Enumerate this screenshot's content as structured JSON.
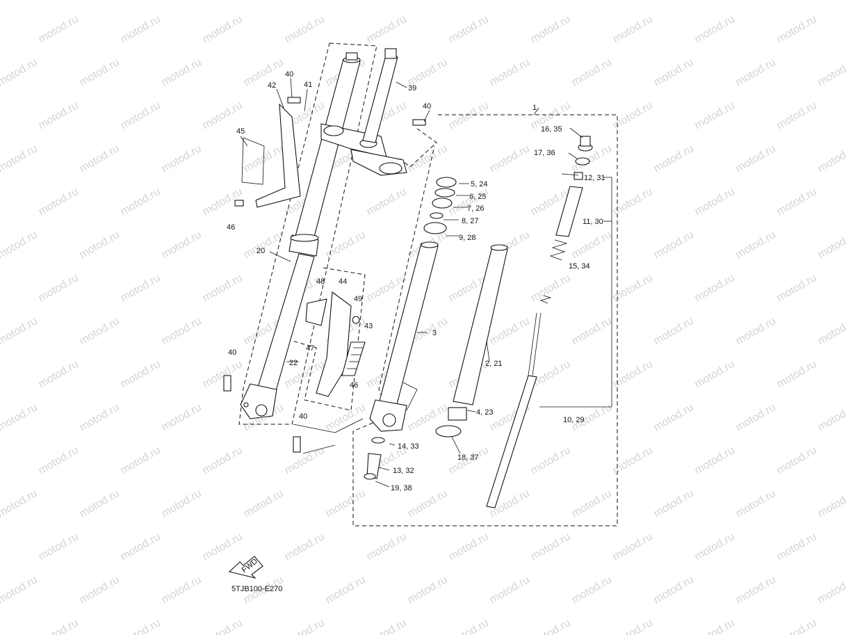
{
  "drawing_code": "5TJB100-E270",
  "watermark": "motod.ru",
  "fwd_badge": "FWD",
  "callouts": {
    "c1": "1",
    "c2_21": "2, 21",
    "c3": "3",
    "c4_23": "4, 23",
    "c5_24": "5, 24",
    "c6_25": "6, 25",
    "c7_26": "7, 26",
    "c8_27": "8, 27",
    "c9_28": "9, 28",
    "c10_29": "10, 29",
    "c11_30": "11, 30",
    "c12_31": "12, 31",
    "c13_32": "13, 32",
    "c14_33": "14, 33",
    "c15_34": "15, 34",
    "c16_35": "16, 35",
    "c17_36": "17, 36",
    "c18_37": "18, 37",
    "c19_38": "19, 38",
    "c20": "20",
    "c22": "22",
    "c39": "39",
    "c40": "40",
    "c41": "41",
    "c42": "42",
    "c43": "43",
    "c44": "44",
    "c45": "45",
    "c46": "46",
    "c47": "47",
    "c48": "48",
    "c49": "49"
  }
}
